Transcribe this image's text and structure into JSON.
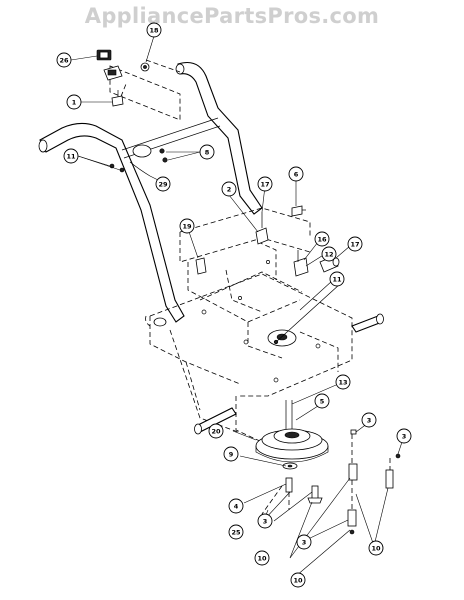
{
  "watermark": "AppliancePartsPros.com",
  "callouts": [
    {
      "id": "c26",
      "label": "26"
    },
    {
      "id": "c18",
      "label": "18"
    },
    {
      "id": "c1",
      "label": "1"
    },
    {
      "id": "c8",
      "label": "8"
    },
    {
      "id": "c11a",
      "label": "11"
    },
    {
      "id": "c29",
      "label": "29"
    },
    {
      "id": "c2",
      "label": "2"
    },
    {
      "id": "c17a",
      "label": "17"
    },
    {
      "id": "c6",
      "label": "6"
    },
    {
      "id": "c19",
      "label": "19"
    },
    {
      "id": "c16",
      "label": "16"
    },
    {
      "id": "c12",
      "label": "12"
    },
    {
      "id": "c17b",
      "label": "17"
    },
    {
      "id": "c11b",
      "label": "11"
    },
    {
      "id": "c13",
      "label": "13"
    },
    {
      "id": "c5",
      "label": "5"
    },
    {
      "id": "c20",
      "label": "20"
    },
    {
      "id": "c3a",
      "label": "3"
    },
    {
      "id": "c3b",
      "label": "3"
    },
    {
      "id": "c9",
      "label": "9"
    },
    {
      "id": "c4",
      "label": "4"
    },
    {
      "id": "c25",
      "label": "25"
    },
    {
      "id": "c3c",
      "label": "3"
    },
    {
      "id": "c10a",
      "label": "10"
    },
    {
      "id": "c3d",
      "label": "3"
    },
    {
      "id": "c10b",
      "label": "10"
    },
    {
      "id": "c10c",
      "label": "10"
    }
  ]
}
